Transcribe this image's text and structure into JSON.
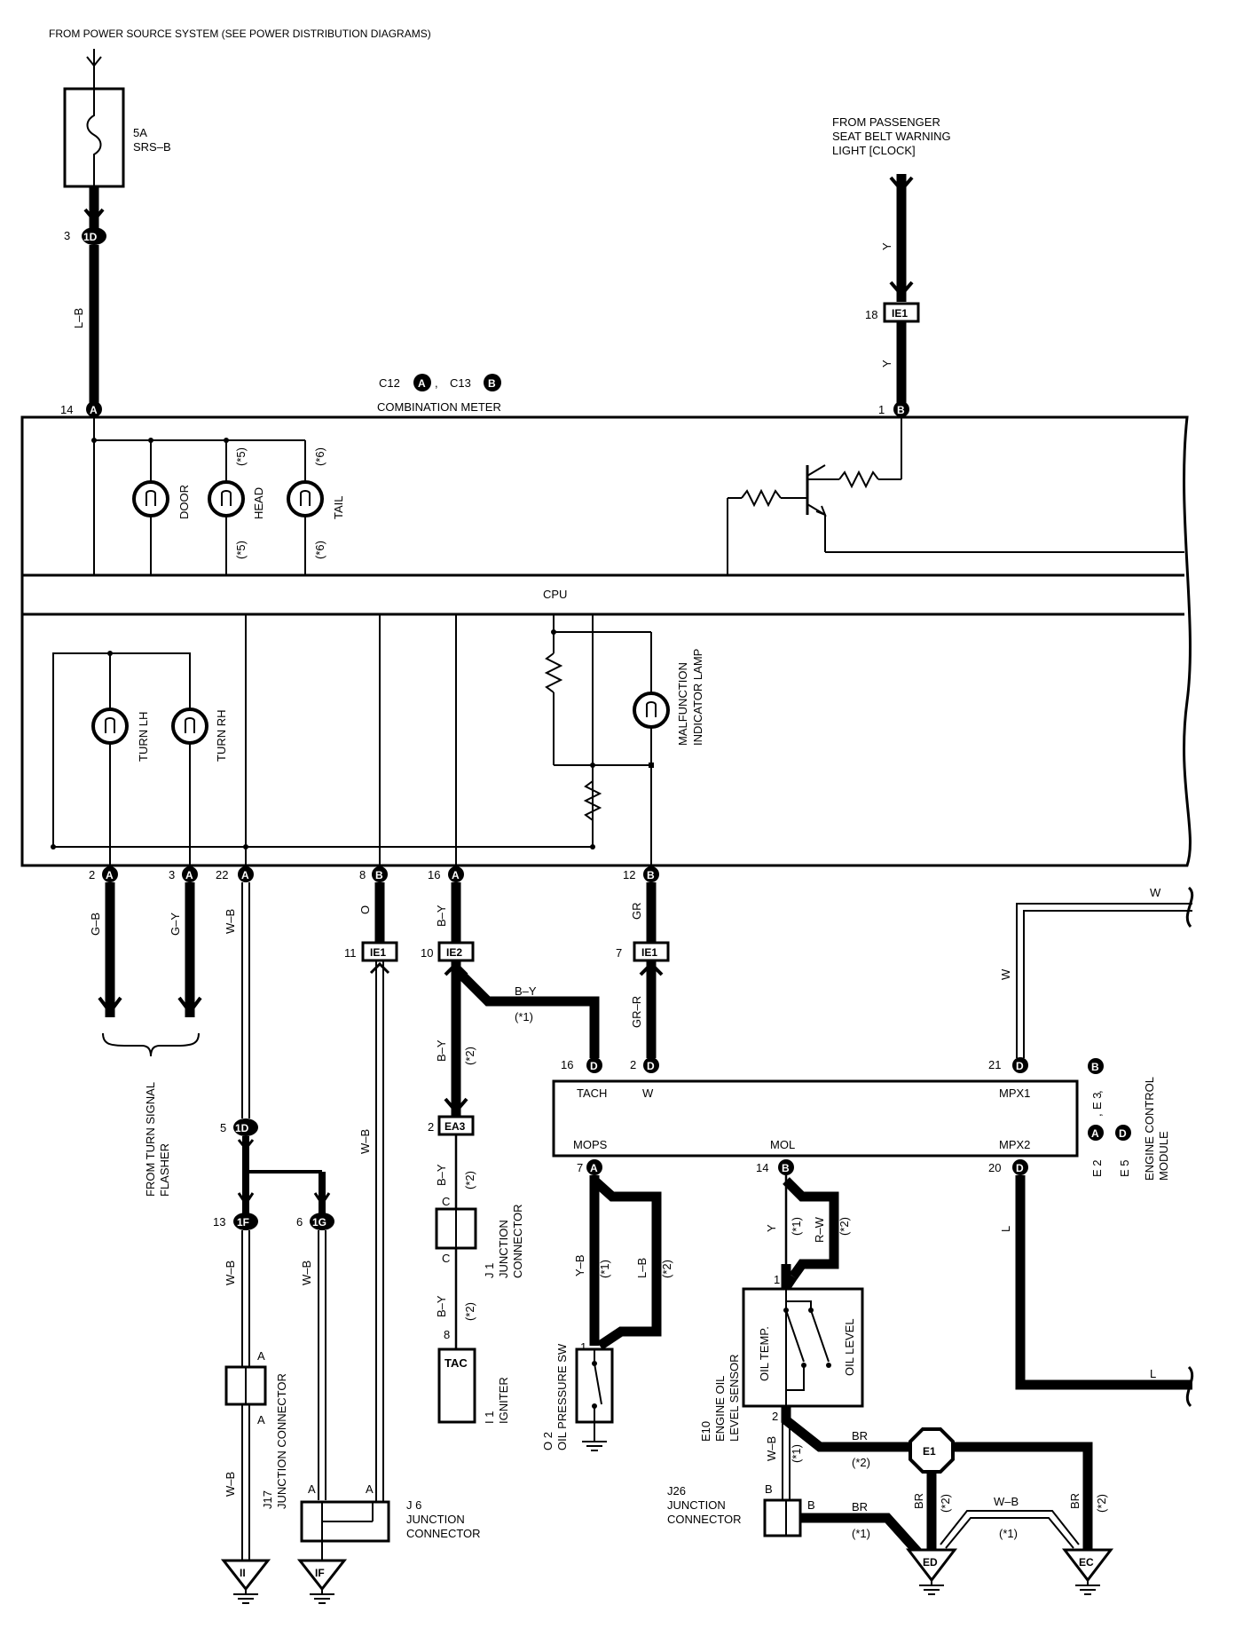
{
  "header": {
    "source": "FROM POWER SOURCE SYSTEM (SEE POWER DISTRIBUTION DIAGRAMS)"
  },
  "fuse": {
    "amp": "5A",
    "name": "SRS–B"
  },
  "passenger": {
    "line1": "FROM PASSENGER",
    "line2": "SEAT BELT WARNING",
    "line3": "LIGHT [CLOCK]"
  },
  "meter": {
    "c12": "C12",
    "c13": "C13",
    "sep": ",",
    "a": "A",
    "b": "B",
    "name": "COMBINATION METER",
    "cpu": "CPU"
  },
  "lamps": {
    "door": "DOOR",
    "head": "HEAD",
    "tail": "TAIL",
    "turn_lh": "TURN LH",
    "turn_rh": "TURN RH",
    "mil1": "MALFUNCTION",
    "mil2": "INDICATOR LAMP",
    "n5": "(*5)",
    "n6": "(*6)"
  },
  "connectors": {
    "c1d": "1D",
    "c1f": "1F",
    "c1g": "1G",
    "ie1": "IE1",
    "ie2": "IE2",
    "ea3": "EA3",
    "e1": "E1",
    "ii": "II",
    "if": "IF",
    "ed": "ED",
    "ec": "EC",
    "d": "D",
    "a": "A",
    "b": "B"
  },
  "pins": {
    "p3": "3",
    "p14": "14",
    "p18": "18",
    "p1": "1",
    "p2": "2",
    "p22": "22",
    "p8": "8",
    "p16": "16",
    "p12": "12",
    "p11": "11",
    "p10": "10",
    "p7": "7",
    "p5": "5",
    "p13": "13",
    "p6": "6",
    "p21": "21",
    "p20": "20"
  },
  "wires": {
    "lb": "L–B",
    "y": "Y",
    "gb": "G–B",
    "gy": "G–Y",
    "wb": "W–B",
    "o": "O",
    "by": "B–Y",
    "gr": "GR",
    "grr": "GR–R",
    "w": "W",
    "l": "L",
    "rw": "R–W",
    "br": "BR"
  },
  "notes": {
    "n1": "(*1)",
    "n2": "(*2)"
  },
  "ecm": {
    "tach": "TACH",
    "w": "W",
    "mpx1": "MPX1",
    "mops": "MOPS",
    "mol": "MOL",
    "mpx2": "MPX2",
    "e2": "E 2",
    "e3": "E 3",
    "e5": "E 5",
    "comma": ",",
    "line1": "ENGINE CONTROL",
    "line2": "MODULE"
  },
  "parts": {
    "flasher1": "FROM TURN SIGNAL",
    "flasher2": "FLASHER",
    "j17_1": "J17",
    "j17_2": "JUNCTION CONNECTOR",
    "j6_1": "J 6",
    "j6_2": "JUNCTION",
    "j6_3": "CONNECTOR",
    "j1_1": "J 1",
    "j1_2": "JUNCTION",
    "j1_3": "CONNECTOR",
    "i1_1": "I 1",
    "i1_2": "IGNITER",
    "tac": "TAC",
    "o2_1": "O 2",
    "o2_2": "OIL PRESSURE SW",
    "e10_1": "E10",
    "e10_2": "ENGINE OIL",
    "e10_3": "LEVEL SENSOR",
    "oiltemp": "OIL TEMP.",
    "oillevel": "OIL LEVEL",
    "j26_1": "J26",
    "j26_2": "JUNCTION",
    "j26_3": "CONNECTOR",
    "pa": "A",
    "pb": "B",
    "pc": "C"
  }
}
